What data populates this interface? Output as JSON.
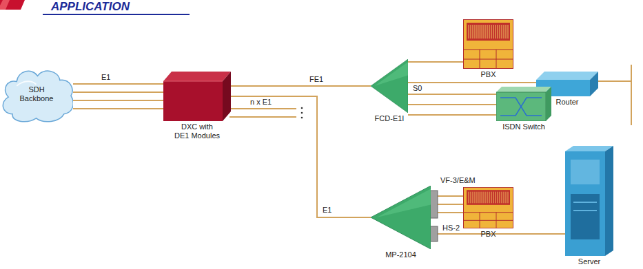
{
  "diagram": {
    "title": "APPLICATION",
    "nodes": [
      {
        "text": [
          "SDH Backbone"
        ]
      },
      {
        "text": [
          "DXC with DE1 Modules"
        ]
      },
      {
        "text": [
          "FCD-E1I"
        ]
      },
      {
        "text": [
          "PBX"
        ]
      },
      {
        "text": [
          "Router"
        ]
      },
      {
        "text": [
          "ISDN Switch"
        ]
      },
      {
        "text": [
          "MP-2104"
        ]
      },
      {
        "text": [
          "PBX"
        ]
      },
      {
        "text": [
          "Server"
        ]
      }
    ],
    "edges": [
      {
        "from": 0,
        "to": 1,
        "arrow": "none",
        "label": "E1"
      },
      {
        "from": 0,
        "to": 1,
        "arrow": "none"
      },
      {
        "from": 0,
        "to": 1,
        "arrow": "none"
      },
      {
        "from": 0,
        "to": 1,
        "arrow": "none"
      },
      {
        "from": 1,
        "to": 2,
        "arrow": "none",
        "label": "FE1"
      },
      {
        "from": 1,
        "to": 6,
        "arrow": "none",
        "label": "E1"
      },
      {
        "from": 2,
        "to": 3,
        "arrow": "none"
      },
      {
        "from": 2,
        "to": 4,
        "arrow": "none"
      },
      {
        "from": 2,
        "to": 5,
        "arrow": "none",
        "label": "S0"
      },
      {
        "from": 2,
        "to": 5,
        "arrow": "none"
      },
      {
        "from": 2,
        "to": 5,
        "arrow": "none"
      },
      {
        "from": 6,
        "to": 7,
        "arrow": "none"
      },
      {
        "from": 6,
        "to": 7,
        "arrow": "none"
      },
      {
        "from": 6,
        "to": 7,
        "arrow": "none"
      },
      {
        "from": 6,
        "to": 8,
        "arrow": "none"
      }
    ],
    "labels": [
      "n x E1",
      "VF-3/E&M",
      "HS-2"
    ]
  }
}
